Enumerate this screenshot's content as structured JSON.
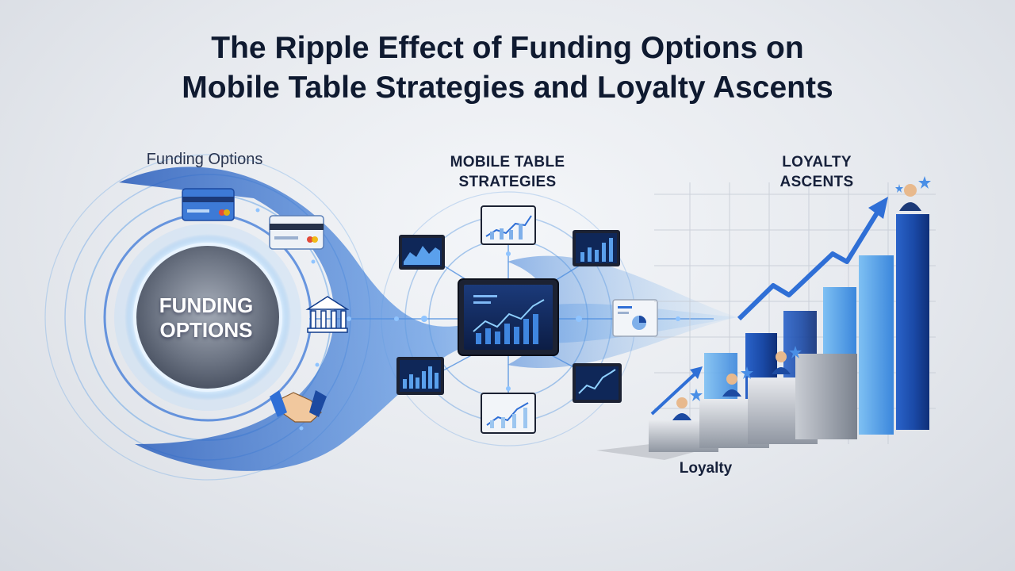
{
  "title": {
    "line1": "The Ripple Effect of Funding Options on",
    "line2": "Mobile Table Strategies and Loyalty Ascents"
  },
  "funding": {
    "label": "Funding Options",
    "hub_line1": "FUNDING",
    "hub_line2": "OPTIONS",
    "icons": [
      "credit-card-icon",
      "credit-card-icon",
      "bank-icon",
      "handshake-icon"
    ]
  },
  "mobile": {
    "label": "MOBILE TABLE STRATEGIES",
    "icons": [
      "tablet-icon",
      "bar-chart-icon",
      "line-chart-icon",
      "pie-chart-icon"
    ]
  },
  "loyalty": {
    "label_top": "LOYALTY ASCENTS",
    "label_bottom": "Loyalty",
    "icons": [
      "person-icon",
      "star-icon",
      "arrow-up-icon"
    ]
  },
  "colors": {
    "accent": "#2f6fd6",
    "dark_blue": "#123a8a",
    "light_blue": "#6fb2f0",
    "background": "#e9ecf1"
  }
}
